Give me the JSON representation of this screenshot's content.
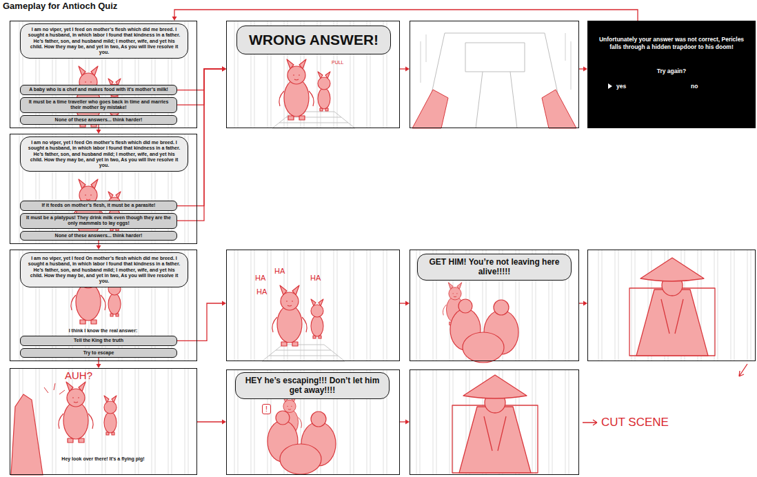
{
  "diagram": {
    "title": "Gameplay for Antioch Quiz",
    "nodes": [
      {
        "text": []
      },
      {
        "text": [
          "I am no viper, yet I feed on mother’s flesh which did me breed. I sought a husband, in which labor I found that kindness in a father. He’s father, son, and husband mild; I mother, wife, and yet his child. How they may be, and yet in two, As you will live resolve it you."
        ],
        "in": 0
      },
      {
        "text": [
          "A baby who is a chef and makes food with it’s mother’s milk!"
        ],
        "in": 0
      },
      {
        "text": [
          "It must be a time traveller who goes back in time and marries their mother by mistake!"
        ],
        "in": 0
      },
      {
        "text": [
          "None of these answers... think harder!"
        ],
        "in": 0
      },
      {
        "text": []
      },
      {
        "text": [
          "WRONG ANSWER!"
        ],
        "in": 5
      },
      {
        "text": []
      },
      {
        "text": [
          "Unfortunately your answer was not correct, Pericles falls through a hidden trapdoor to his doom!",
          "Try again?",
          "yes",
          "no"
        ]
      },
      {
        "text": []
      },
      {
        "text": [
          "I am no viper, yet I feed On mother’s flesh which did me breed. I sought a husband, in which labor I found that kindness in a father. He’s father, son, and husband mild; I mother, wife, and yet his child. How they may be, and yet in two, As you will live resolve it you."
        ],
        "in": 9
      },
      {
        "text": [
          "If it feeds on mother’s flesh, it must be a parasite!"
        ],
        "in": 9
      },
      {
        "text": [
          "It must be a platypus! They drink milk even though they are the only mammals to lay eggs!"
        ],
        "in": 9
      },
      {
        "text": [
          "None of these answers... think harder!"
        ],
        "in": 9
      },
      {
        "text": [
          "I think I know the real answer:"
        ]
      },
      {
        "text": [
          "I am no viper, yet I feed On mother’s flesh which did me breed. I sought a husband, in which labor I found that kindness in a father. He’s father, son, and husband mild; I mother, wife, and yet his child. How they may be, and yet in two, As you will live resolve it you."
        ],
        "in": 14
      },
      {
        "text": [
          "Tell the King the truth"
        ],
        "in": 14
      },
      {
        "text": [
          "Try to escape"
        ],
        "in": 14
      },
      {
        "text": []
      },
      {
        "text": []
      },
      {
        "text": [
          "GET HIM! You’re not leaving here alive!!!!!"
        ],
        "in": 19
      },
      {
        "text": []
      },
      {
        "text": [
          "Hey look over there! It’s a flying pig!"
        ]
      },
      {
        "text": []
      },
      {
        "text": [
          "HEY he’s escaping!!! Don’t let him get away!!!!"
        ],
        "in": 23
      },
      {
        "text": []
      }
    ],
    "edges": [
      {
        "from": 2,
        "to": 5,
        "arrow": "to"
      },
      {
        "from": 3,
        "to": 5,
        "arrow": "to"
      },
      {
        "from": 11,
        "to": 5,
        "arrow": "to"
      },
      {
        "from": 12,
        "to": 5,
        "arrow": "to"
      },
      {
        "from": 5,
        "to": 7,
        "arrow": "to"
      },
      {
        "from": 7,
        "to": 8,
        "arrow": "to"
      },
      {
        "from": 8,
        "to": 0,
        "arrow": "to"
      },
      {
        "from": 4,
        "to": 9,
        "arrow": "to"
      },
      {
        "from": 13,
        "to": 14,
        "arrow": "to"
      },
      {
        "from": 16,
        "to": 18,
        "arrow": "to"
      },
      {
        "from": 17,
        "to": 22,
        "arrow": "to"
      },
      {
        "from": 18,
        "to": 19,
        "arrow": "to"
      },
      {
        "from": 19,
        "to": 21,
        "arrow": "to"
      },
      {
        "from": 22,
        "to": 23,
        "arrow": "to"
      },
      {
        "from": 23,
        "to": 25,
        "arrow": "to"
      }
    ],
    "labels": [
      "PULL",
      "HA",
      "HA",
      "HA",
      "HA",
      "AUH?",
      "!",
      "CUT SCENE"
    ]
  }
}
